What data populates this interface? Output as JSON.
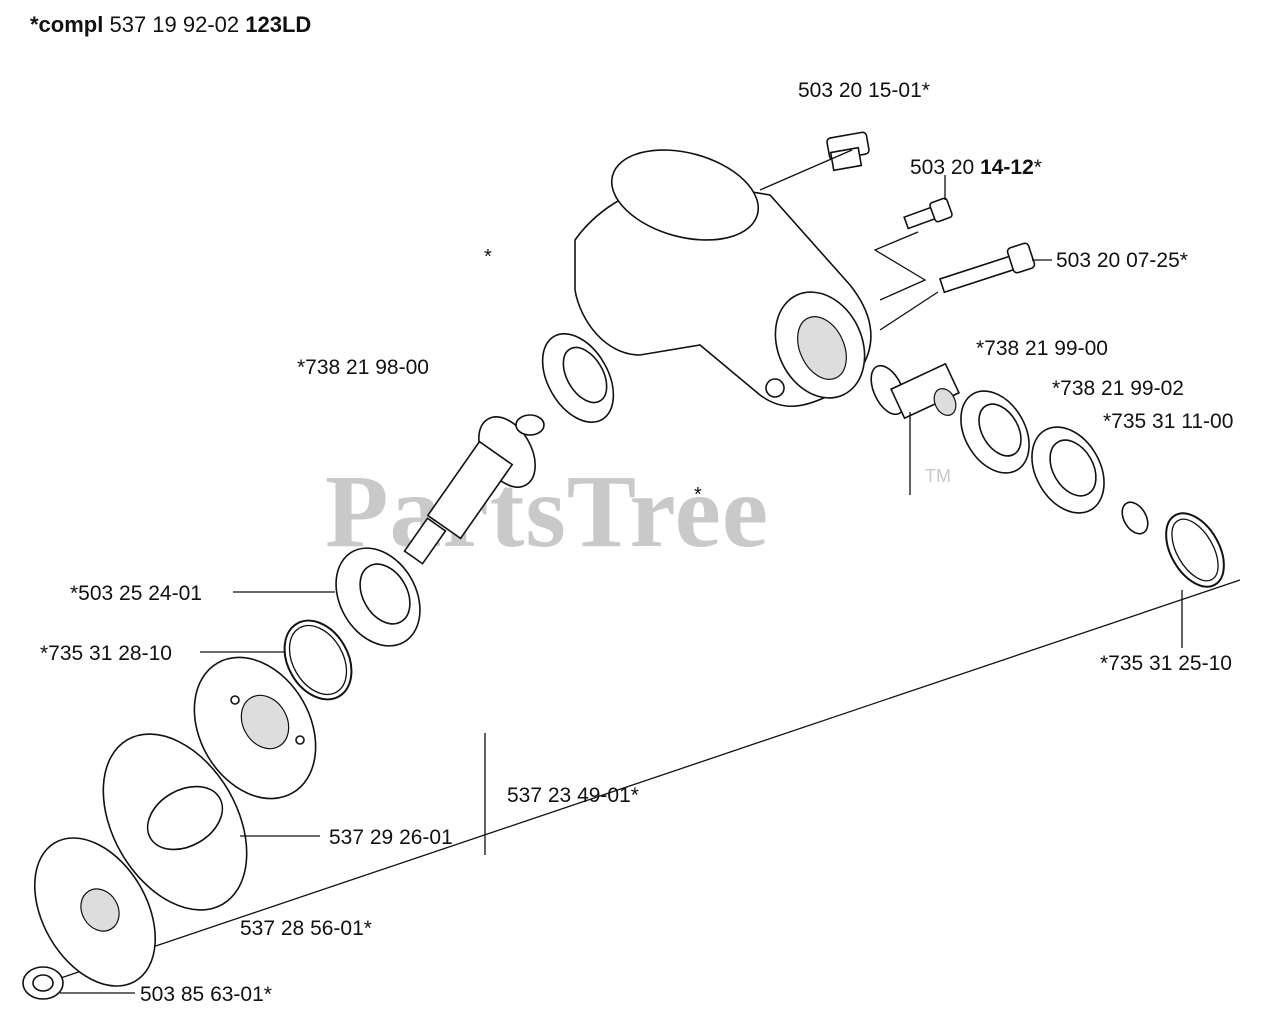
{
  "header": {
    "prefix": "*compl",
    "number": "537 19 92-02",
    "model": "123LD"
  },
  "watermark": {
    "text": "PartsTree",
    "tm": "TM"
  },
  "labels": {
    "p1": "503 20 15-01*",
    "p2_a": "503 20",
    "p2_b": "14-12",
    "p2_c": "*",
    "p3": "503 20 07-25*",
    "p4": "*738 21 98-00",
    "p5": "*738 21 99-00",
    "p6": "*738 21 99-02",
    "p7": "*735 31 11-00",
    "p8": "*503 25 24-01",
    "p9": "*735 31 28-10",
    "p10": "*735 31 25-10",
    "p11": "537 23 49-01*",
    "p12": "537 29 26-01",
    "p13": "537 28 56-01*",
    "p14": "503 85 63-01*"
  },
  "markers": {
    "star_a": "*",
    "star_b": "*"
  }
}
